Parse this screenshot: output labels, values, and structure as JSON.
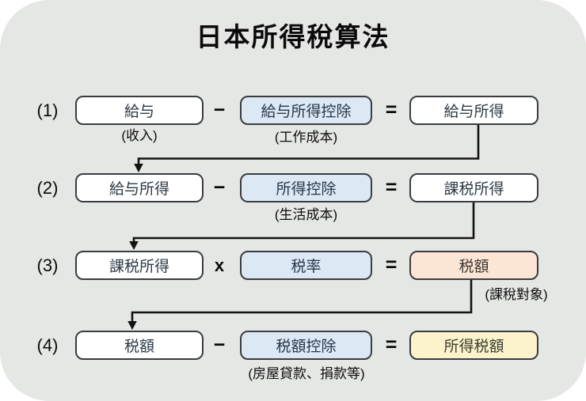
{
  "title": "日本所得稅算法",
  "colors": {
    "canvas_bg": "#e5e7e4",
    "box_border": "#393d41",
    "white_box_fill": "#ffffff",
    "blue_box_fill": "#dce8f4",
    "peach_box_fill": "#fbe5d4",
    "yellow_box_fill": "#fcf2cc",
    "text_dark": "#0a0a0a",
    "box_text": "#2e3a46",
    "arrow": "#121212"
  },
  "rows": [
    {
      "label": "(1)",
      "box_a": "給与",
      "op1": "−",
      "box_b": "給与所得控除",
      "op2": "=",
      "box_c": "給与所得",
      "sub_a": "(收入)",
      "sub_b": "(工作成本)"
    },
    {
      "label": "(2)",
      "box_a": "給与所得",
      "op1": "−",
      "box_b": "所得控除",
      "op2": "=",
      "box_c": "課税所得",
      "sub_b": "(生活成本)"
    },
    {
      "label": "(3)",
      "box_a": "課税所得",
      "op1": "x",
      "box_b": "税率",
      "op2": "=",
      "box_c": "税額",
      "sub_c": "(課稅對象)"
    },
    {
      "label": "(4)",
      "box_a": "税額",
      "op1": "−",
      "box_b": "税額控除",
      "op2": "=",
      "box_c": "所得税額",
      "sub_b": "(房屋貸款、捐款等)"
    }
  ]
}
